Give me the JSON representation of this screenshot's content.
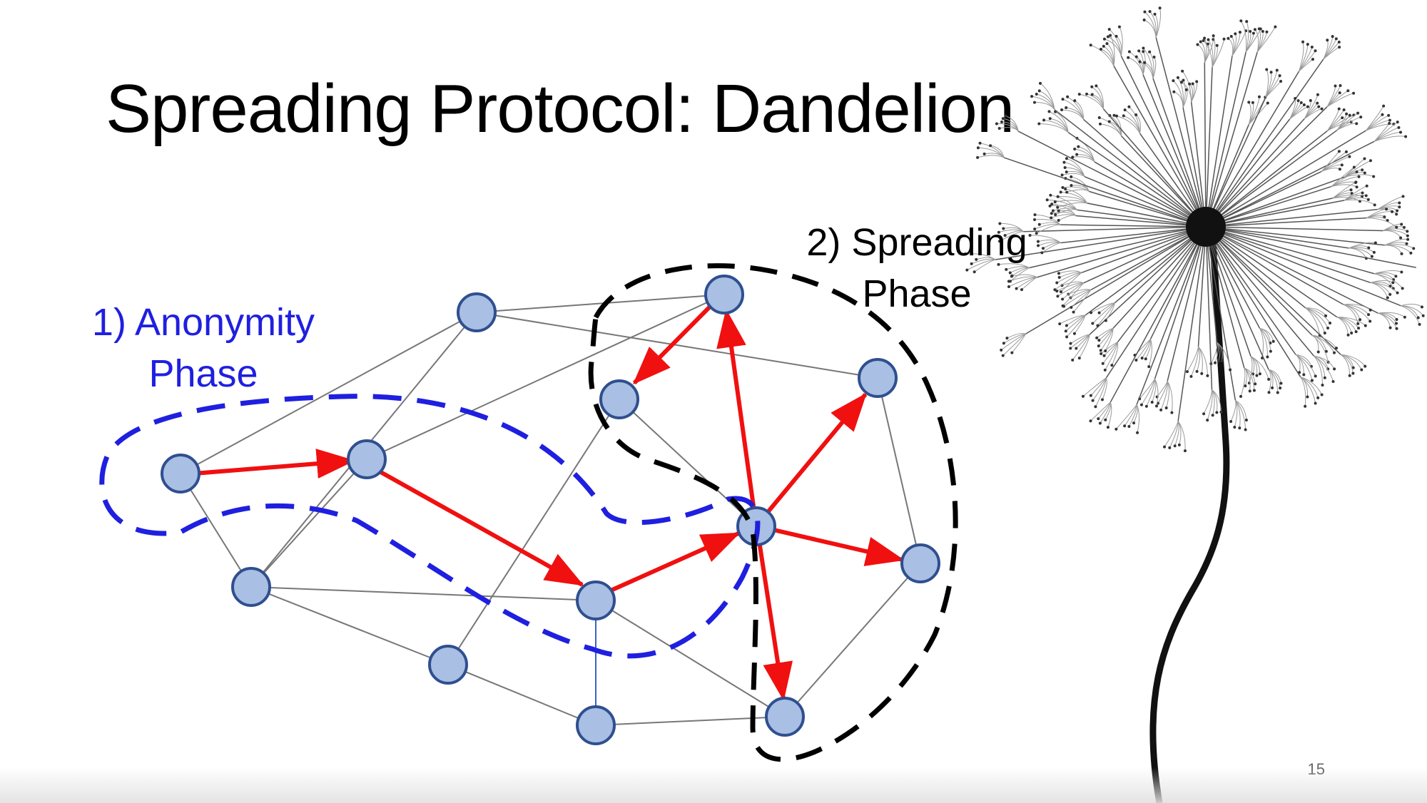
{
  "slide": {
    "title": "Spreading Protocol: Dandelion",
    "page_number": "15"
  },
  "phases": {
    "anonymity": {
      "line1": "1) Anonymity",
      "line2": "Phase",
      "color": "#1f1fe0"
    },
    "spreading": {
      "line1": "2) Spreading",
      "line2": "Phase",
      "color": "#000000"
    }
  },
  "colors": {
    "node_fill": "#a9bfe3",
    "node_stroke": "#2f4f8f",
    "edge": "#777777",
    "edge_blue": "#3a62c9",
    "arrow": "#f01010"
  },
  "icons": [
    "dandelion-image"
  ]
}
